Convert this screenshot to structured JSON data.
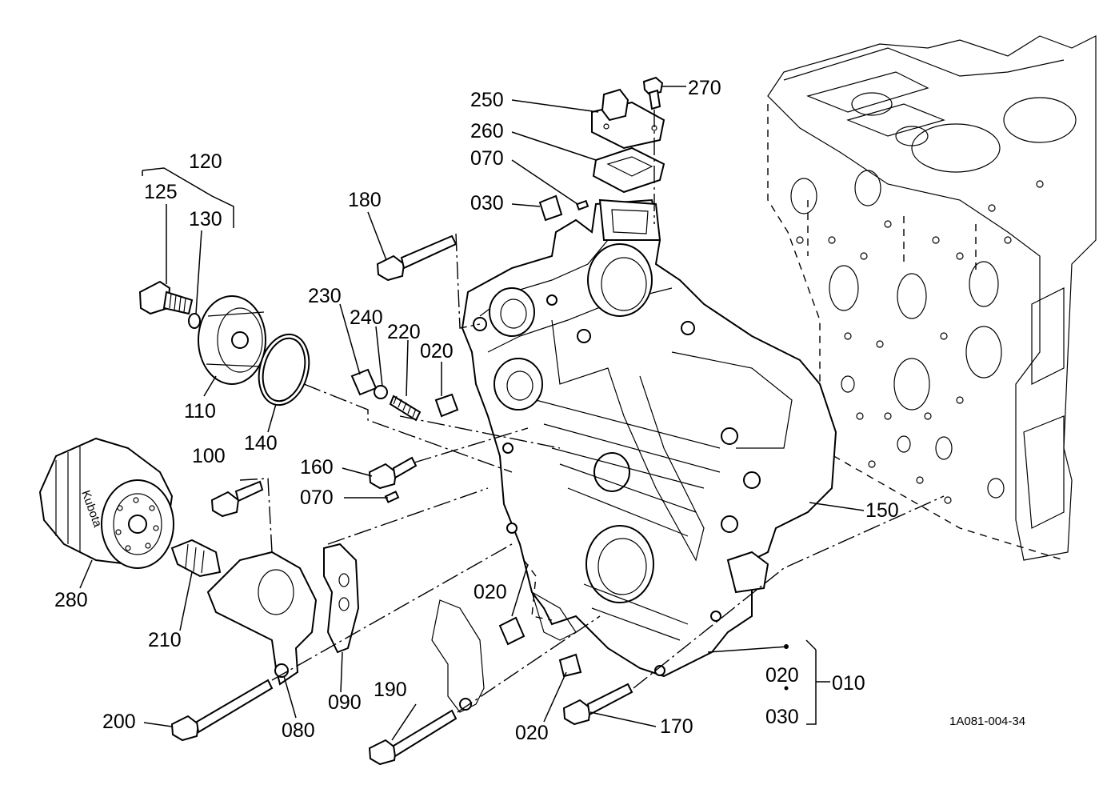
{
  "diagram": {
    "code": "1A081-004-34",
    "part_labels": [
      "120",
      "125",
      "130",
      "110",
      "140",
      "280",
      "100",
      "210",
      "200",
      "080",
      "090",
      "190",
      "020",
      "020",
      "170",
      "150",
      "160",
      "070",
      "230",
      "240",
      "220",
      "020",
      "180",
      "250",
      "260",
      "070",
      "030",
      "270",
      "010",
      "020",
      "030"
    ],
    "filter_brand": "Kubota"
  }
}
